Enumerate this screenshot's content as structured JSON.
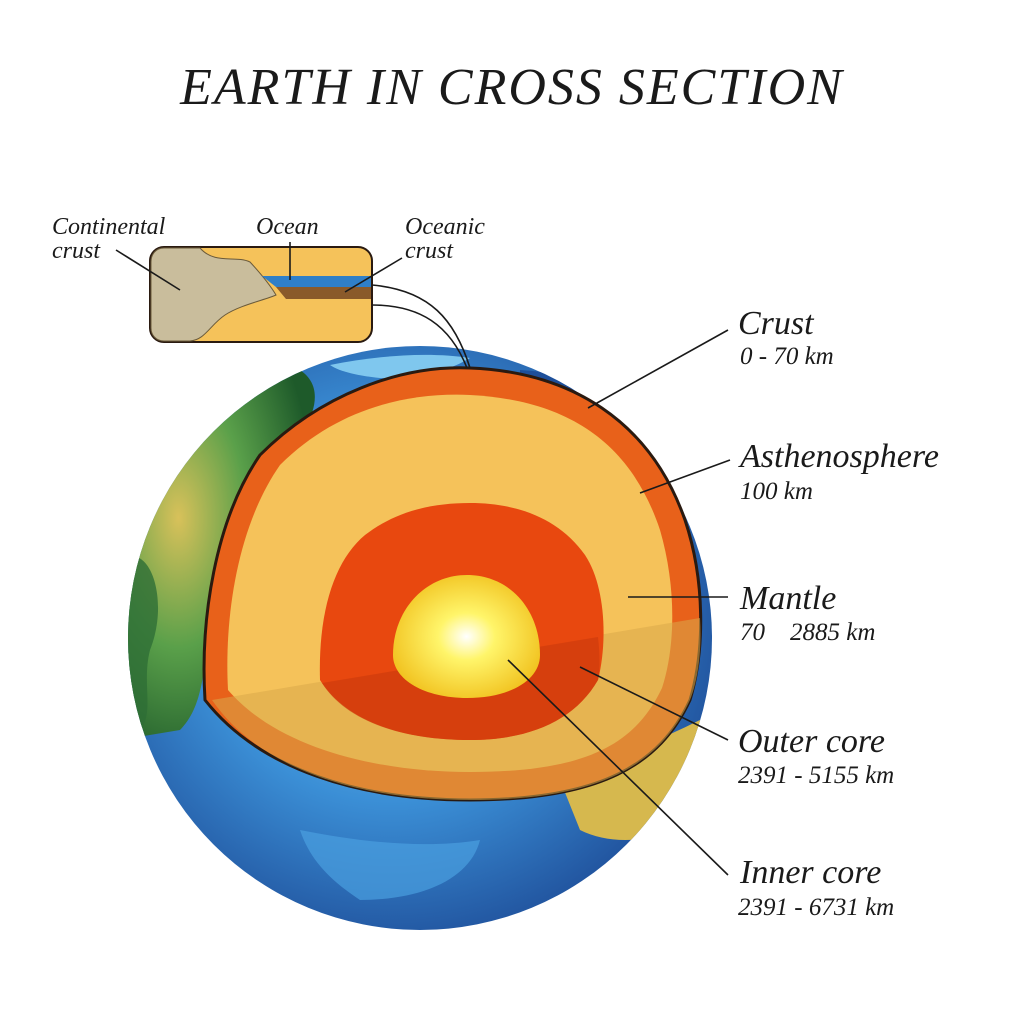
{
  "title": "EARTH IN CROSS SECTION",
  "inset": {
    "continental_crust": [
      "Continental",
      "crust"
    ],
    "ocean": "Ocean",
    "oceanic_crust": [
      "Oceanic",
      "crust"
    ]
  },
  "layers": [
    {
      "id": "crust",
      "name": "Crust",
      "range": "0 - 70 km"
    },
    {
      "id": "asthenosphere",
      "name": "Asthenosphere",
      "range": "100 km"
    },
    {
      "id": "mantle",
      "name": "Mantle",
      "range": "70    2885 km"
    },
    {
      "id": "outer-core",
      "name": "Outer core",
      "range": "2391 - 5155 km"
    },
    {
      "id": "inner-core",
      "name": "Inner core",
      "range": "2391 - 6731 km"
    }
  ],
  "colors": {
    "crust_orange": "#e8611a",
    "mantle_yellow": "#f5c25a",
    "outer_core_red": "#e8480f",
    "inner_core_yellow": "#fff23a",
    "ocean_blue": "#2f7fc8",
    "land_green": "#3e8a3a",
    "continental_gray": "#c9bd9c"
  }
}
